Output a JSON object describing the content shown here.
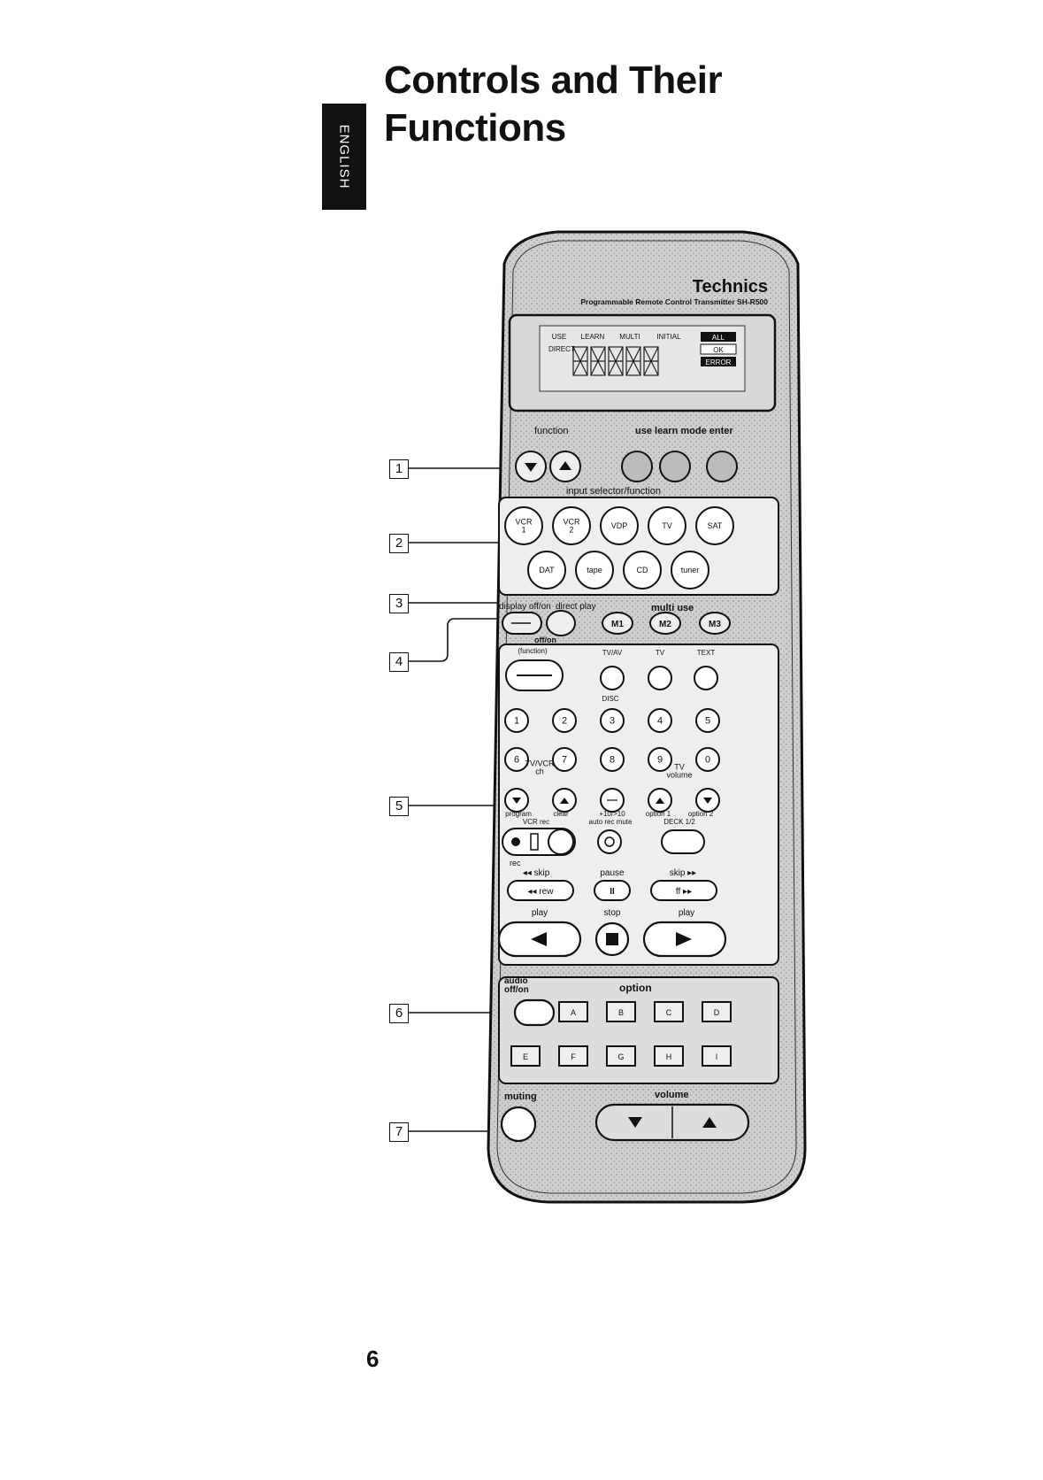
{
  "page": {
    "title_line1": "Controls and Their",
    "title_line2": "Functions",
    "side_tab": "ENGLISH",
    "page_number": "6"
  },
  "callouts": [
    "1",
    "2",
    "3",
    "4",
    "5",
    "6",
    "7"
  ],
  "remote": {
    "brand": "Technics",
    "model_line": "Programmable Remote Control Transmitter SH-R500",
    "lcd": {
      "top_labels": [
        "USE",
        "LEARN",
        "MULTI",
        "INITIAL"
      ],
      "direct": "DIRECT",
      "indicators": [
        "ALL",
        "OK",
        "ERROR"
      ],
      "segments": "88888"
    },
    "function_label": "function",
    "mode_label": "use learn mode enter",
    "input_selector_label": "input selector/function",
    "inputs_row1": [
      "VCR\n1",
      "VCR\n2",
      "VDP",
      "TV",
      "SAT"
    ],
    "inputs_row2": [
      "DAT",
      "tape",
      "CD",
      "tuner"
    ],
    "display_label": "display off/on",
    "direct_play_label": "direct play",
    "multi_use_label": "multi use",
    "multi_buttons": [
      "M1",
      "M2",
      "M3"
    ],
    "offon_label": "off/on",
    "function_sub": "(function)",
    "top_row_labels": [
      "TV/AV",
      "TV",
      "TEXT"
    ],
    "disc_label": "DISC",
    "numbers_row1": [
      "1",
      "2",
      "3",
      "4",
      "5"
    ],
    "numbers_row2": [
      "6",
      "7",
      "8",
      "9",
      "0"
    ],
    "tvvcr_ch_label": "TV/VCR\nch",
    "tv_volume_label": "TV\nvolume",
    "program_label": "program",
    "clear_label": "clear",
    "ten_label": "+10/>10",
    "option1_label": "option 1",
    "option2_label": "option 2",
    "vcr_rec_label": "VCR rec",
    "auto_rec_mute_label": "auto rec mute",
    "deck_label": "DECK 1/2",
    "rec_label": "rec",
    "skip_back_label": "◂◂ skip",
    "pause_label": "pause",
    "skip_fwd_label": "skip ▸▸",
    "rew_label": "◂◂ rew",
    "pause_button": "II",
    "ff_label": "ff ▸▸",
    "play_left_label": "play",
    "stop_label": "stop",
    "play_right_label": "play",
    "audio_label": "audio\noff/on",
    "option_label": "option",
    "option_row1": [
      "A",
      "B",
      "C",
      "D"
    ],
    "option_row2": [
      "E",
      "F",
      "G",
      "H",
      "I"
    ],
    "muting_label": "muting",
    "volume_label": "volume"
  }
}
